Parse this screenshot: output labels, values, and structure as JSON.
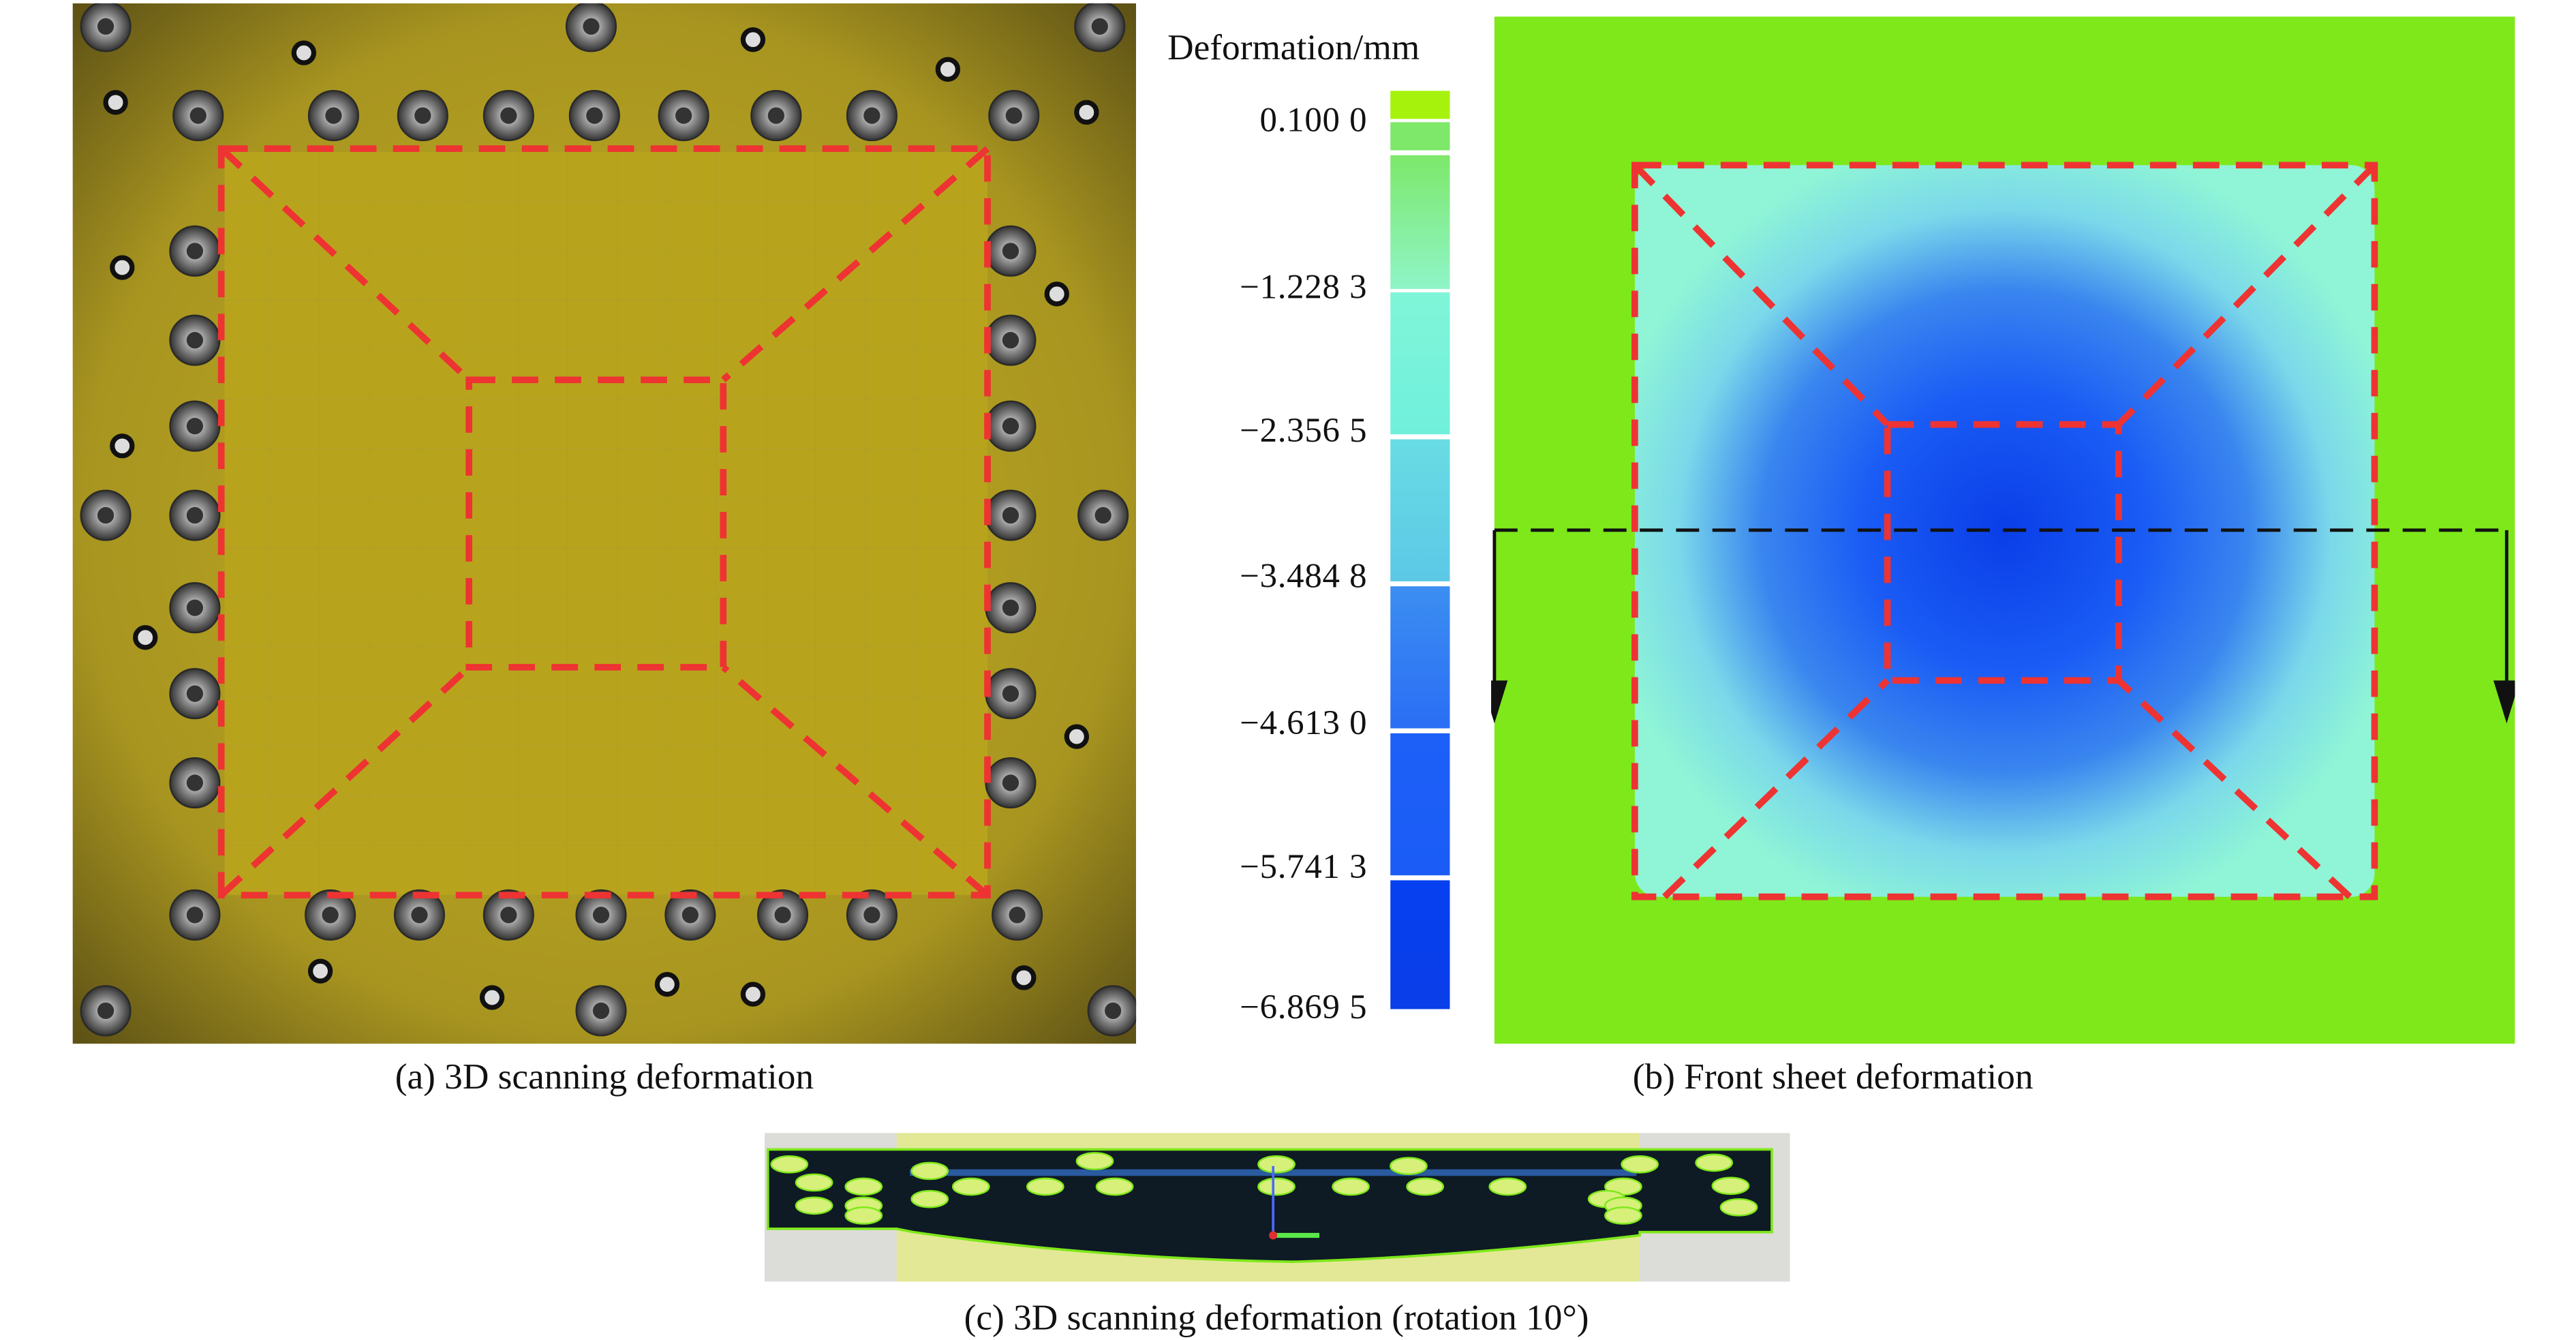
{
  "panels": {
    "a": {
      "caption": "(a) 3D scanning deformation"
    },
    "b": {
      "caption": "(b) Front sheet deformation"
    },
    "c": {
      "caption": "(c) 3D scanning deformation (rotation 10°)"
    }
  },
  "colorbar": {
    "title": "Deformation/mm",
    "labels": [
      "0.100 0",
      "−1.228 3",
      "−2.356 5",
      "−3.484 8",
      "−4.613 0",
      "−5.741 3",
      "−6.869 5"
    ],
    "colors": [
      "#a6f20c",
      "#7de86a",
      "#7af5d6",
      "#5cc8e6",
      "#3a86ef",
      "#1a5cf5",
      "#0a3ee8"
    ]
  },
  "colors": {
    "dashed_outline": "#ee3333",
    "plate": "#b8a424",
    "front_sheet_bg": "#7ee81a"
  }
}
